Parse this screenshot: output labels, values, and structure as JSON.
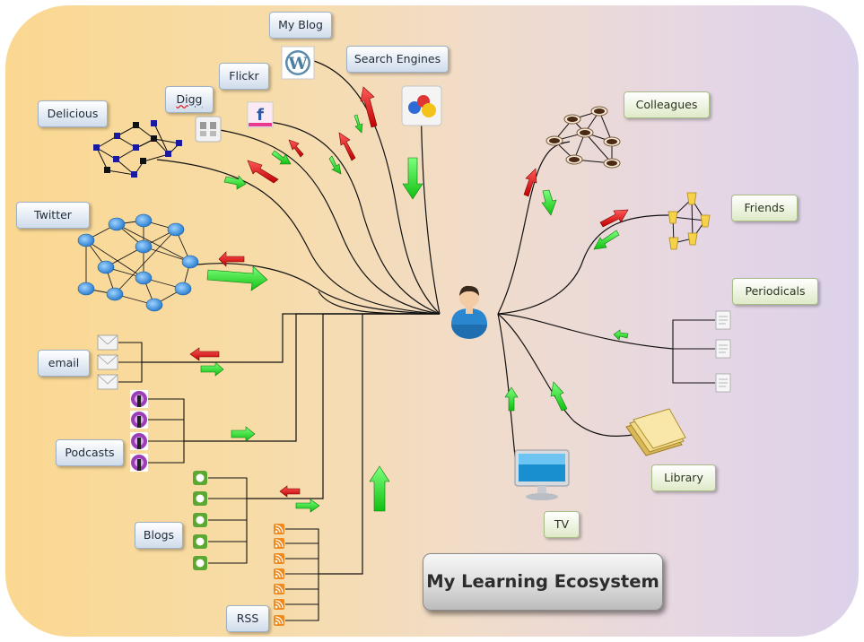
{
  "title": "My Learning Ecosystem",
  "labels": {
    "my_blog": "My Blog",
    "search_engines": "Search Engines",
    "flickr": "Flickr",
    "digg": "Digg",
    "delicious": "Delicious",
    "twitter": "Twitter",
    "email": "email",
    "podcasts": "Podcasts",
    "blogs": "Blogs",
    "rss": "RSS",
    "colleagues": "Colleagues",
    "friends": "Friends",
    "periodicals": "Periodicals",
    "library": "Library",
    "tv": "TV"
  },
  "icons": {
    "center": "person-icon",
    "wordpress": "wordpress-icon",
    "search": "search-engine-icon",
    "flickr": "facebook-icon",
    "digg": "digg-icon",
    "delicious_network": "bookmark-network-icon",
    "twitter_network": "bird-network-icon",
    "email": "envelope-icon",
    "podcast": "podcast-icon",
    "blog": "blog-icon",
    "rss": "rss-icon",
    "colleagues": "coffee-network-icon",
    "friends": "cup-network-icon",
    "periodicals": "document-icon",
    "library": "folder-icon",
    "tv": "monitor-icon"
  },
  "colors": {
    "inbound_arrow": "#2ee02e",
    "outbound_arrow": "#e01a1a",
    "label_blue": "#cfdceb",
    "label_green": "#dfeac8"
  }
}
